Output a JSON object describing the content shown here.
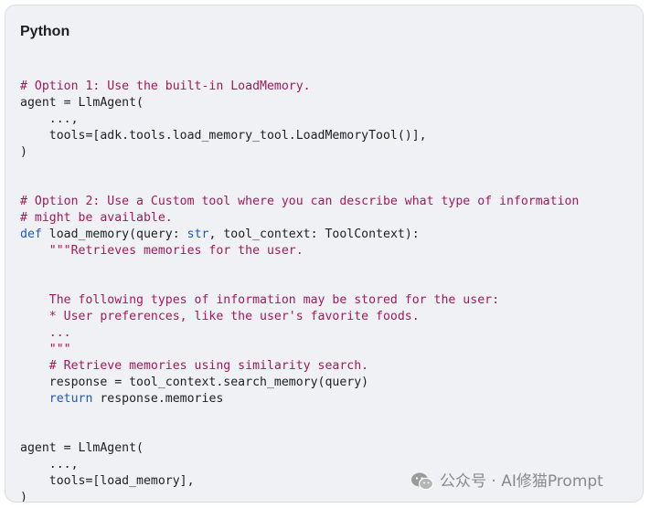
{
  "header": {
    "language": "Python"
  },
  "code": {
    "lines": [
      [],
      [
        {
          "t": "# Option 1: Use the built-in LoadMemory.",
          "c": "comment"
        }
      ],
      [
        {
          "t": "agent = LlmAgent(",
          "c": "plain"
        }
      ],
      [
        {
          "t": "    ...,",
          "c": "plain"
        }
      ],
      [
        {
          "t": "    tools=[adk.tools.load_memory_tool.LoadMemoryTool()],",
          "c": "plain"
        }
      ],
      [
        {
          "t": ")",
          "c": "plain"
        }
      ],
      [],
      [],
      [
        {
          "t": "# Option 2: Use a Custom tool where you can describe what type of information",
          "c": "comment"
        }
      ],
      [
        {
          "t": "# might be available.",
          "c": "comment"
        }
      ],
      [
        {
          "t": "def",
          "c": "keyword"
        },
        {
          "t": " load_memory(query: ",
          "c": "plain"
        },
        {
          "t": "str",
          "c": "builtin"
        },
        {
          "t": ", tool_context: ToolContext):",
          "c": "plain"
        }
      ],
      [
        {
          "t": "    \"\"\"Retrieves memories for the user.",
          "c": "string"
        }
      ],
      [],
      [],
      [
        {
          "t": "    The following types of information may be stored for the user:",
          "c": "string"
        }
      ],
      [
        {
          "t": "    * User preferences, like the user's favorite foods.",
          "c": "string"
        }
      ],
      [
        {
          "t": "    ...",
          "c": "string"
        }
      ],
      [
        {
          "t": "    \"\"\"",
          "c": "string"
        }
      ],
      [
        {
          "t": "    # Retrieve memories using similarity search.",
          "c": "comment"
        }
      ],
      [
        {
          "t": "    response = tool_context.search_memory(query)",
          "c": "plain"
        }
      ],
      [
        {
          "t": "    ",
          "c": "plain"
        },
        {
          "t": "return",
          "c": "keyword"
        },
        {
          "t": " response.memories",
          "c": "plain"
        }
      ],
      [],
      [],
      [
        {
          "t": "agent = LlmAgent(",
          "c": "plain"
        }
      ],
      [
        {
          "t": "    ...,",
          "c": "plain"
        }
      ],
      [
        {
          "t": "    tools=[load_memory],",
          "c": "plain"
        }
      ],
      [
        {
          "t": ")",
          "c": "plain"
        }
      ]
    ]
  },
  "watermark": {
    "text": "公众号 · AI修猫Prompt",
    "icon": "wechat-icon"
  },
  "colors": {
    "card_bg": "#f0f1f4",
    "comment": "#a3195b",
    "keyword": "#1a56c8",
    "text": "#1f1f1f"
  }
}
